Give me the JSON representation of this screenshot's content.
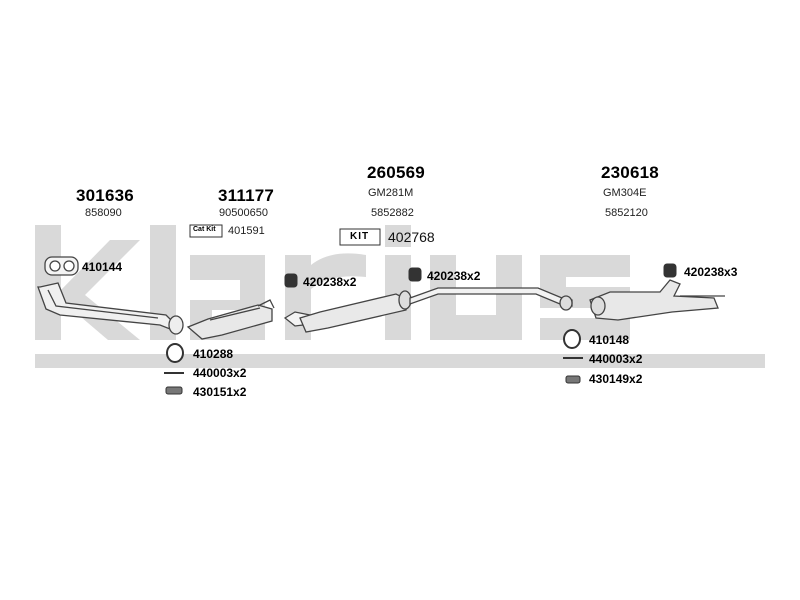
{
  "watermark": {
    "text": "klarius"
  },
  "sections": [
    {
      "id": "front-pipe",
      "main_number": "301636",
      "ref": "858090"
    },
    {
      "id": "catalytic",
      "main_number": "311177",
      "ref": "90500650",
      "kit_label": "Cat Kit",
      "kit_number": "401591"
    },
    {
      "id": "middle",
      "main_number": "260569",
      "code": "GM281M",
      "ref": "5852882",
      "kit_label": "KIT",
      "kit_number": "402768"
    },
    {
      "id": "rear",
      "main_number": "230618",
      "code": "GM304E",
      "ref": "5852120"
    }
  ],
  "parts": {
    "gasket_front": "410144",
    "ring_left": "410288",
    "bolt_left": "440003x2",
    "spring_left": "430151x2",
    "mount_1": "420238x2",
    "mount_2": "420238x2",
    "mount_3": "420238x3",
    "ring_right": "410148",
    "bolt_right": "440003x2",
    "spring_right": "430149x2"
  }
}
